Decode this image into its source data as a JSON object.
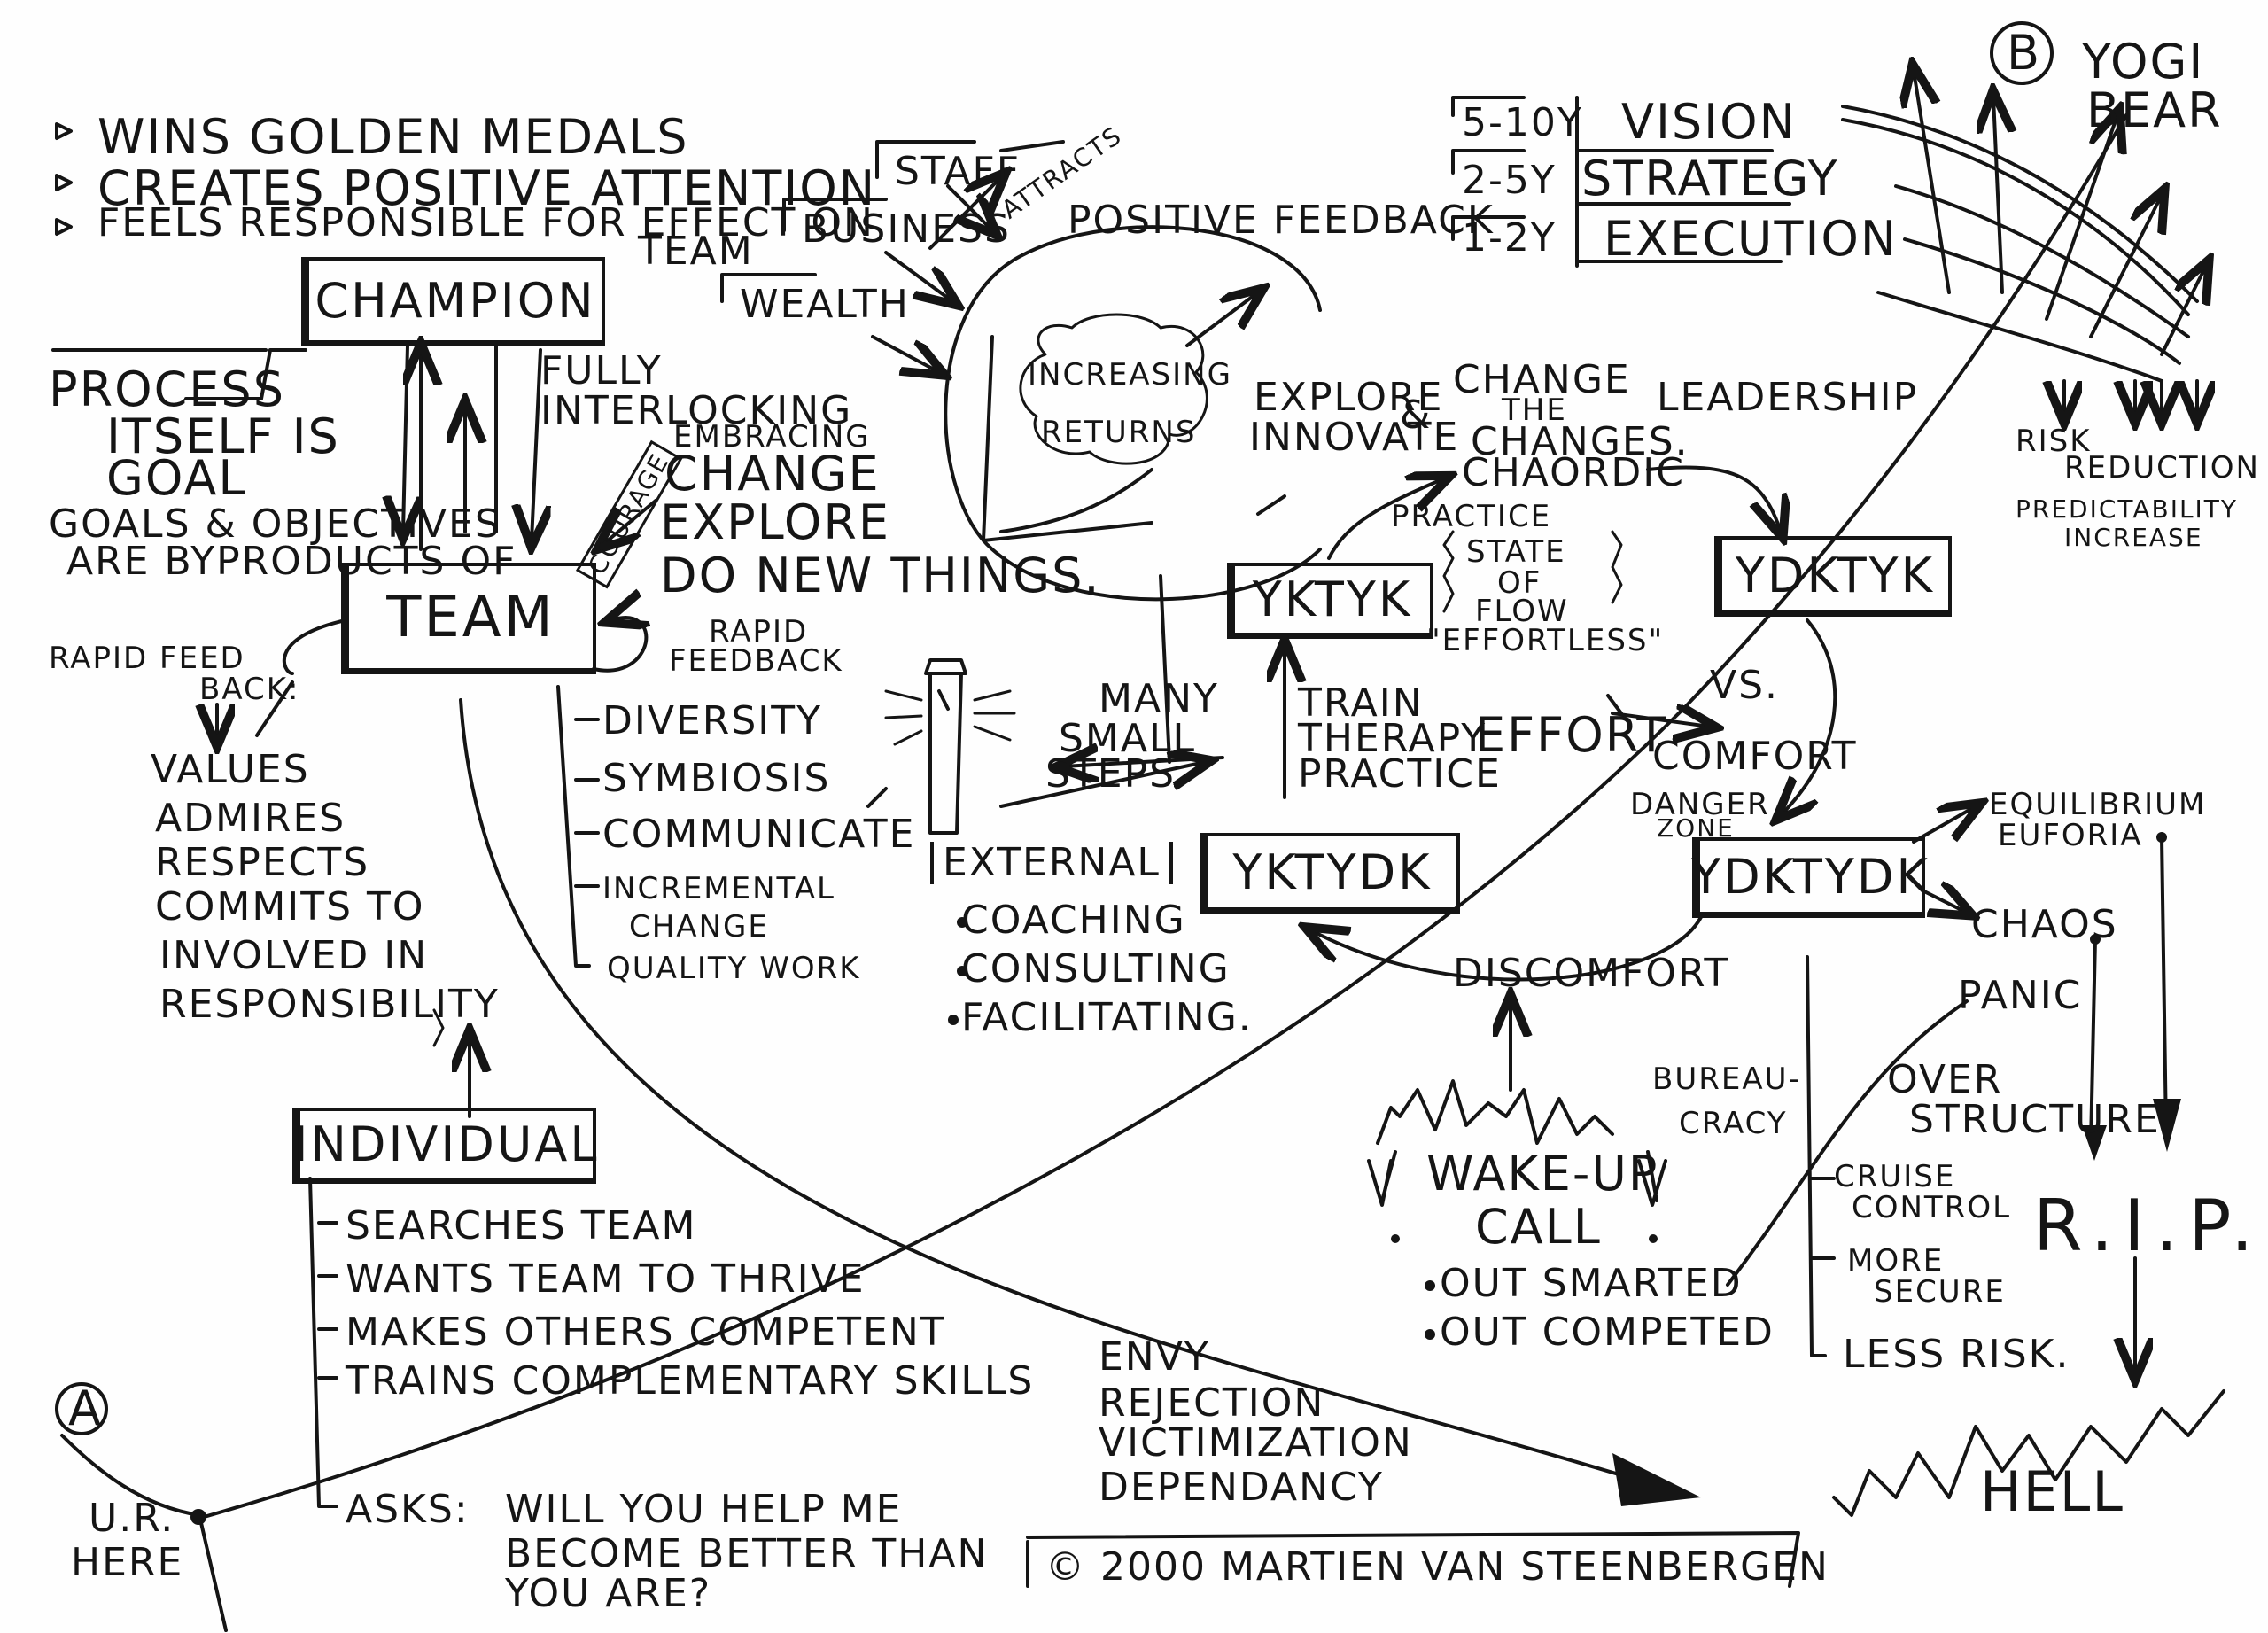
{
  "champion": {
    "traits": [
      "WINS GOLDEN MEDALS",
      "CREATES POSITIVE ATTENTION",
      "FEELS RESPONSIBLE FOR EFFECT ON",
      "TEAM"
    ],
    "label": "CHAMPION",
    "process": [
      "PROCESS",
      "ITSELF IS",
      "GOAL"
    ],
    "goals": [
      "GOALS & OBJECTIVES",
      "ARE BYPRODUCTS OF"
    ],
    "interlocking": [
      "FULLY",
      "INTERLOCKING"
    ]
  },
  "team": {
    "label": "TEAM",
    "courage": "COURAGE",
    "embracing": [
      "EMBRACING",
      "CHANGE"
    ],
    "explore": "EXPLORE",
    "new_things": "DO NEW THINGS.",
    "rapid_feedback_left": [
      "RAPID FEED",
      "BACK:"
    ],
    "rapid_feedback_right": [
      "RAPID",
      "FEEDBACK"
    ],
    "values": [
      "VALUES",
      "ADMIRES",
      "RESPECTS",
      "COMMITS TO",
      "INVOLVED IN",
      "RESPONSIBILITY"
    ],
    "qualities": [
      "DIVERSITY",
      "SYMBIOSIS",
      "COMMUNICATE",
      "INCREMENTAL",
      "CHANGE",
      "QUALITY WORK"
    ]
  },
  "individual": {
    "label": "INDIVIDUAL",
    "items": [
      "SEARCHES TEAM",
      "WANTS TEAM TO THRIVE",
      "MAKES OTHERS COMPETENT",
      "TRAINS COMPLEMENTARY SKILLS",
      "ASKS:"
    ],
    "question": [
      "WILL YOU HELP ME",
      "BECOME BETTER THAN",
      "YOU ARE?"
    ]
  },
  "wealth": {
    "staff": "STAFF",
    "business": "BUSINESS",
    "wealth": "WEALTH",
    "attracts": "ATTRACTS",
    "positive_feedback": "POSITIVE FEEDBACK",
    "increasing": [
      "INCREASING",
      "RETURNS"
    ]
  },
  "horizons": {
    "rows": [
      {
        "period": "5-10Y",
        "label": "VISION"
      },
      {
        "period": "2-5Y",
        "label": "STRATEGY"
      },
      {
        "period": "1-2Y",
        "label": "EXECUTION"
      }
    ]
  },
  "point_b": {
    "marker": "B",
    "name": [
      "YOGI",
      "BEAR"
    ],
    "notes": [
      "RISK",
      "REDUCTION",
      "PREDICTABILITY",
      "INCREASE"
    ]
  },
  "quadrants": {
    "yktyk": "YKTYK",
    "ydktyk": "YDKTYK",
    "yktydk": "YKTYDK",
    "ydktydk": "YDKTYDK",
    "explore_innovate": [
      "EXPLORE",
      "INNOVATE",
      "&"
    ],
    "change_changes": [
      "CHANGE",
      "THE",
      "CHANGES.",
      "CHAORDIC"
    ],
    "leadership": "LEADERSHIP",
    "practice": "PRACTICE",
    "flow": [
      "STATE",
      "OF",
      "FLOW"
    ],
    "effortless": "\"EFFORTLESS\"",
    "train": [
      "TRAIN",
      "THERAPY",
      "PRACTICE"
    ],
    "effort": "EFFORT",
    "vs": "VS.",
    "comfort": "COMFORT",
    "danger": [
      "DANGER",
      "ZONE"
    ],
    "many_steps": [
      "MANY",
      "SMALL",
      "STEPS"
    ],
    "external": "EXTERNAL",
    "external_items": [
      "COACHING",
      "CONSULTING",
      "FACILITATING."
    ],
    "discomfort": "DISCOMFORT"
  },
  "wakeup": {
    "label": [
      "WAKE-UP",
      "CALL"
    ],
    "causes": [
      "OUT SMARTED",
      "OUT COMPETED"
    ],
    "bureaucracy": [
      "BUREAU-",
      "CRACY"
    ]
  },
  "decline": {
    "equilibrium": [
      "EQUILIBRIUM",
      "EUFORIA"
    ],
    "chaos": "CHAOS",
    "panic": "PANIC",
    "over_structure": [
      "OVER",
      "STRUCTURE"
    ],
    "cruise": [
      "CRUISE",
      "CONTROL"
    ],
    "more_secure": [
      "MORE",
      "SECURE"
    ],
    "less_risk": "LESS RISK.",
    "rip": "R.I.P.",
    "hell": "HELL"
  },
  "pitfalls": [
    "ENVY",
    "REJECTION",
    "VICTIMIZATION",
    "DEPENDANCY"
  ],
  "point_a": {
    "marker": "A",
    "here": [
      "U.R.",
      "HERE"
    ]
  },
  "copyright": "© 2000 MARTIEN VAN STEENBERGEN"
}
